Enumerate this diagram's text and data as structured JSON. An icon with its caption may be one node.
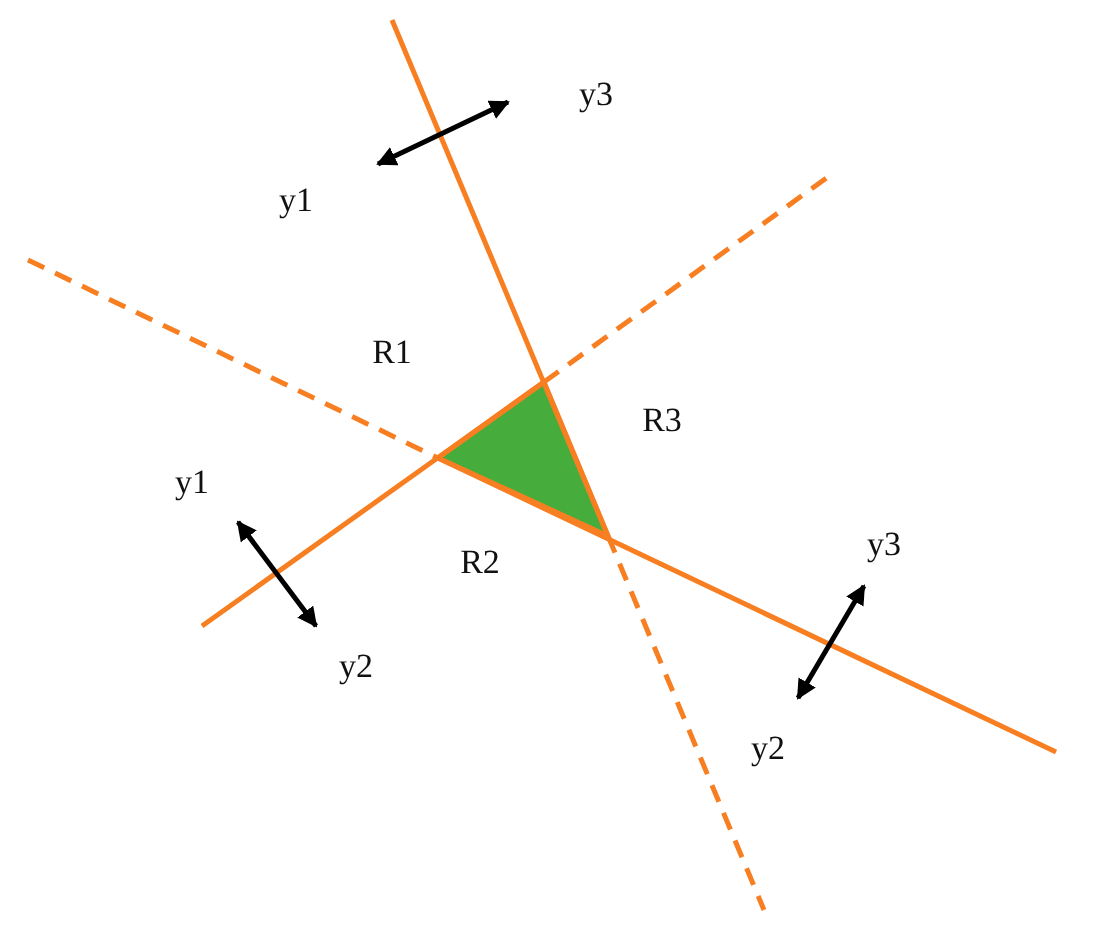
{
  "diagram": {
    "nodes": [
      {
        "text": [],
        "shape": "triangle"
      }
    ],
    "labels": [
      "y3",
      "y1",
      "R1",
      "R3",
      "y1",
      "y3",
      "R2",
      "y2",
      "y2"
    ]
  }
}
